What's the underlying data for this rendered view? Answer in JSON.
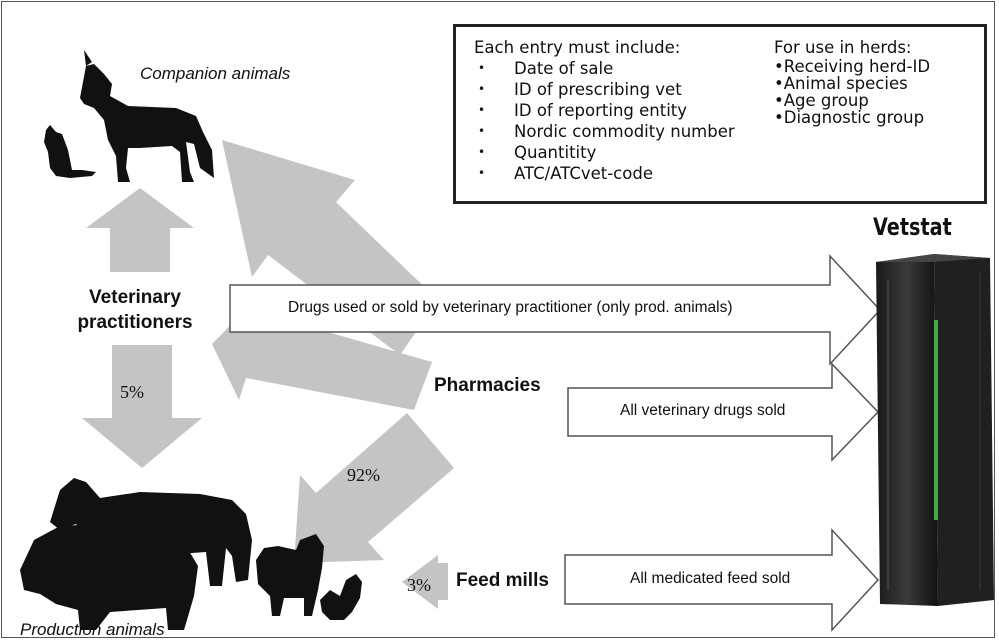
{
  "nodes": {
    "companion_animals": "Companion animals",
    "veterinary_practitioners": "Veterinary practitioners",
    "pharmacies": "Pharmacies",
    "feed_mills": "Feed mills",
    "production_animals": "Production animals",
    "vetstat": "Vetstat"
  },
  "percentages": {
    "vet_to_production": "5%",
    "pharmacies_to_production": "92%",
    "feed_mills_to_production": "3%"
  },
  "flows": {
    "vet_to_vetstat": "Drugs used or sold by veterinary practitioner (only prod. animals)",
    "pharmacies_to_vetstat": "All veterinary drugs sold",
    "feed_mills_to_vetstat": "All medicated feed sold"
  },
  "info_box": {
    "entry_heading": "Each entry must include:",
    "entry_fields": [
      "Date of sale",
      "ID of prescribing vet",
      "ID of reporting entity",
      "Nordic commodity number",
      "Quantitity",
      "ATC/ATCvet-code"
    ],
    "herd_heading": "For use in herds:",
    "herd_fields": [
      "Receiving herd-ID",
      "Animal species",
      "Age group",
      "Diagnostic group"
    ]
  },
  "colors": {
    "arrow_fill": "#c4c4c4",
    "outline_arrow": "#555555",
    "silhouette": "#111111",
    "server_accent": "#44aa44"
  }
}
